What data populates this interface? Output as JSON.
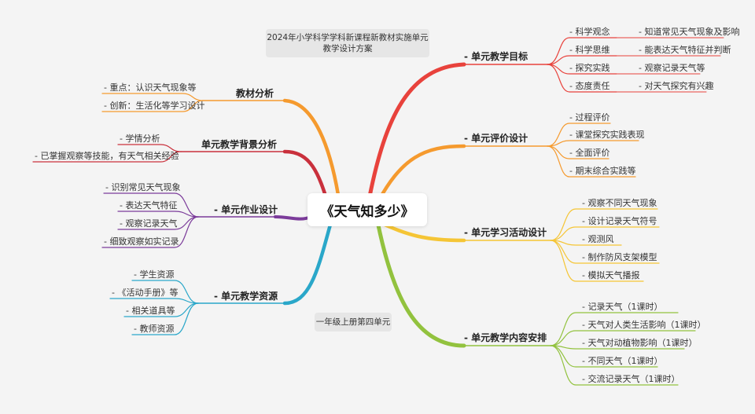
{
  "center": {
    "title": "《天气知多少》"
  },
  "notes": {
    "top": "2024年小学科学学科新课程新教材实施单元教学设计方案",
    "bottom": "一年级上册第四单元"
  },
  "colors": {
    "red": "#e8423c",
    "orange": "#f59a2e",
    "yellow": "#f5c535",
    "green": "#92c23e",
    "blue": "#2aa7c9",
    "purple": "#7b3b9a",
    "darkred": "#c9303c"
  },
  "right": {
    "goals": {
      "label": "- 单元教学目标",
      "items": [
        {
          "label": "- 科学观念",
          "sub": "- 知道常见天气现象及影响"
        },
        {
          "label": "- 科学思维",
          "sub": "- 能表达天气特征并判断"
        },
        {
          "label": "- 探究实践",
          "sub": "- 观察记录天气等"
        },
        {
          "label": "- 态度责任",
          "sub": "- 对天气探究有兴趣"
        }
      ]
    },
    "evaluation": {
      "label": "- 单元评价设计",
      "items": [
        "- 过程评价",
        "- 课堂探究实践表现",
        "- 全面评价",
        "- 期末综合实践等"
      ]
    },
    "activities": {
      "label": "- 单元学习活动设计",
      "items": [
        "- 观察不同天气现象",
        "- 设计记录天气符号",
        "- 观测风",
        "- 制作防风支架模型",
        "- 模拟天气播报"
      ]
    },
    "content": {
      "label": "- 单元教学内容安排",
      "items": [
        "- 记录天气（1课时）",
        "- 天气对人类生活影响（1课时）",
        "- 天气对动植物影响（1课时）",
        "- 不同天气（1课时）",
        "- 交流记录天气（1课时）"
      ]
    }
  },
  "left": {
    "materials": {
      "label": "教材分析",
      "items": [
        "- 重点：认识天气现象等",
        "- 创新：生活化等学习设计"
      ]
    },
    "background": {
      "label": "单元教学背景分析",
      "items": [
        "- 学情分析",
        "- 已掌握观察等技能，有天气相关经验"
      ]
    },
    "homework": {
      "label": "- 单元作业设计",
      "items": [
        "- 识别常见天气现象",
        "- 表达天气特征",
        "- 观察记录天气",
        "- 细致观察如实记录"
      ]
    },
    "resources": {
      "label": "- 单元教学资源",
      "items": [
        "- 学生资源",
        "- 《活动手册》等",
        "- 相关道具等",
        "- 教师资源"
      ]
    }
  }
}
